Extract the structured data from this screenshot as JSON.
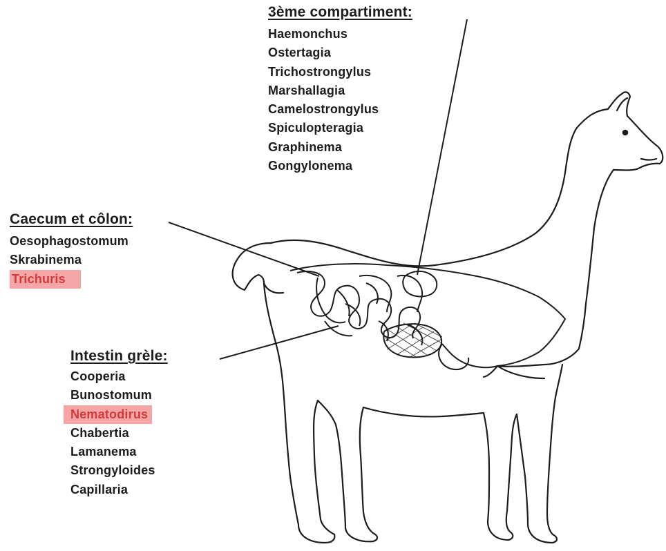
{
  "groups": {
    "third_compartment": {
      "title": "3ème compartiment:",
      "items": [
        "Haemonchus",
        "Ostertagia",
        "Trichostrongylus",
        "Marshallagia",
        "Camelostrongylus",
        "Spiculopteragia",
        "Graphinema",
        "Gongylonema"
      ]
    },
    "caecum_colon": {
      "title": "Caecum et côlon:",
      "items": [
        "Oesophagostomum",
        "Skrabinema",
        "Trichuris"
      ],
      "highlighted": [
        "Trichuris"
      ]
    },
    "small_intestine": {
      "title": "Intestin grèle:",
      "items": [
        "Cooperia",
        "Bunostomum",
        "Nematodirus",
        "Chabertia",
        "Lamanema",
        "Strongyloides",
        "Capillaria"
      ],
      "highlighted": [
        "Nematodirus"
      ]
    }
  },
  "colors": {
    "highlight_bg": "#f4a6a6",
    "highlight_text": "#d23a3a",
    "line": "#1c1c1c"
  },
  "figure": {
    "subject": "llama-outline-icon"
  }
}
